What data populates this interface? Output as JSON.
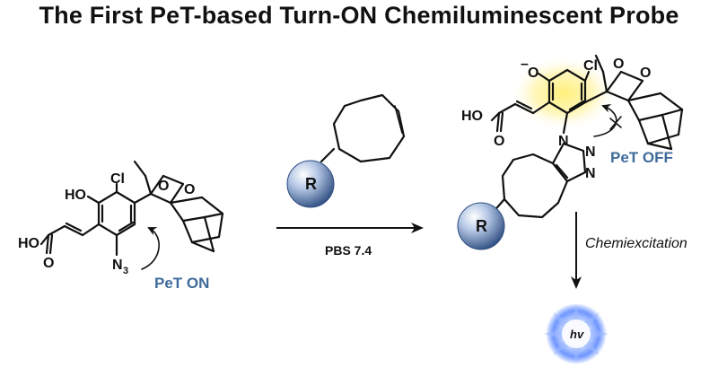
{
  "title": "The First PeT-based Turn-ON Chemiluminescent Probe",
  "probe": {
    "label_pet_on": "PeT ON",
    "atoms": {
      "hydroxyl": "HO",
      "chloro": "Cl",
      "acid_ho": "HO",
      "azide_n": "N",
      "azide_sub": "3"
    }
  },
  "reagent": {
    "r_label": "R"
  },
  "reaction": {
    "condition": "PBS 7.4"
  },
  "product": {
    "label_pet_off": "PeT OFF",
    "charge": "–",
    "atoms": {
      "phenoxide_o": "O",
      "chloro": "Cl",
      "acid_ho": "HO",
      "triazole_n1": "N",
      "triazole_n2": "N",
      "triazole_n3": "N"
    },
    "r_label": "R"
  },
  "chemiexcitation": {
    "label": "Chemiexcitation",
    "hv": "hv"
  },
  "colors": {
    "pet_blue": "#3f6b9a",
    "glow_yellow": "#fff07a",
    "burst_blue": "#4f7fff",
    "sphere_dark": "#2e4d80"
  }
}
